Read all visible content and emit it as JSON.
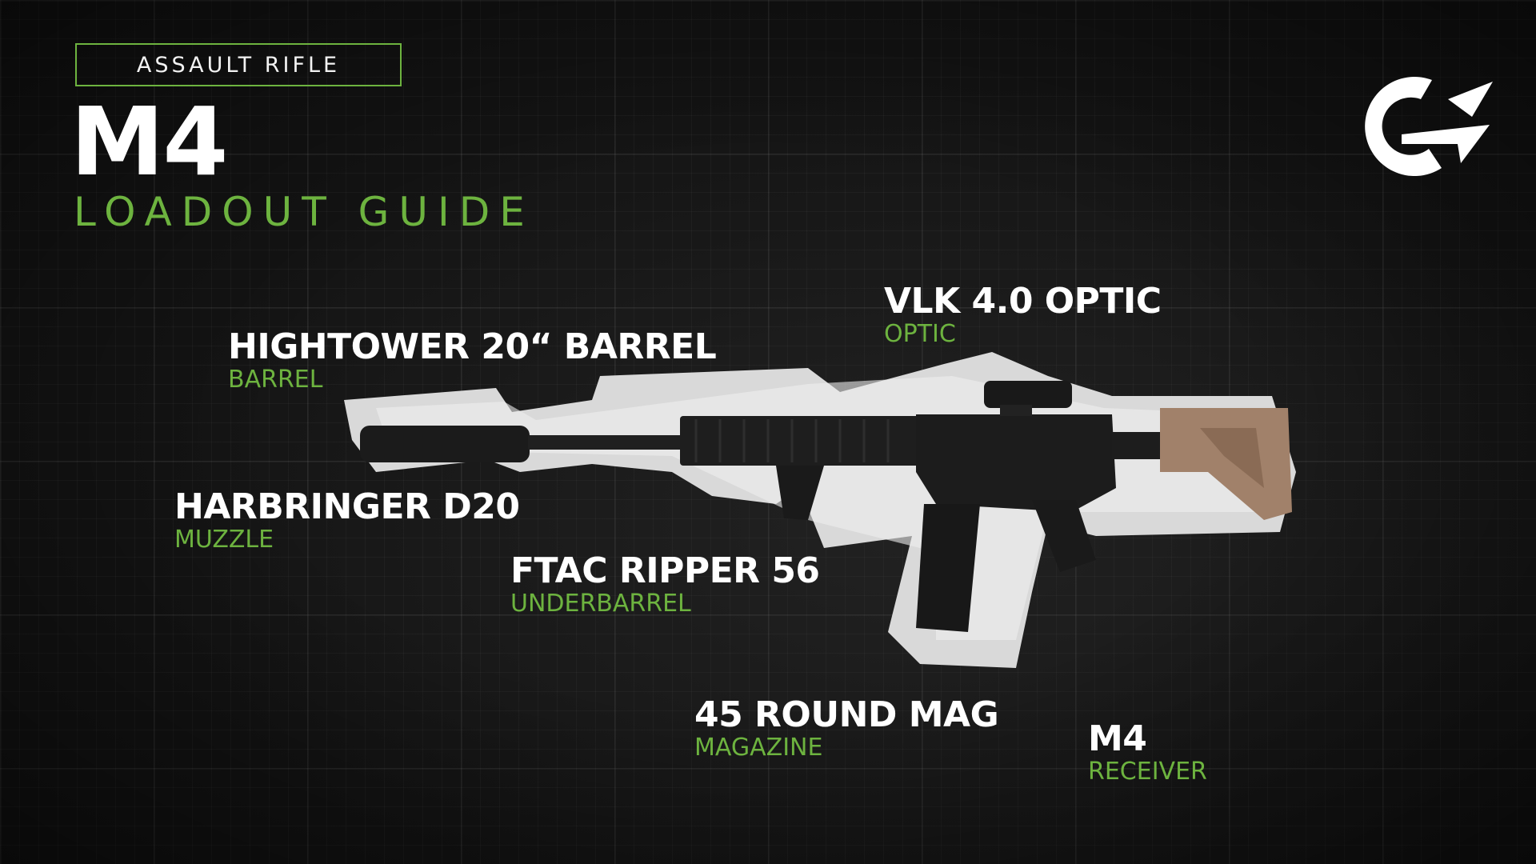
{
  "header": {
    "category": "ASSAULT RIFLE",
    "weapon": "M4",
    "subtitle": "LOADOUT GUIDE"
  },
  "colors": {
    "accent": "#6db33f",
    "background": "#141414",
    "text": "#ffffff"
  },
  "icons": {
    "logo": "ec-logo",
    "weapon_image": "m4-rifle-image"
  },
  "attachments": [
    {
      "name": "VLK 4.0 OPTIC",
      "slot": "OPTIC"
    },
    {
      "name": "HIGHTOWER 20“ BARREL",
      "slot": "BARREL"
    },
    {
      "name": "HARBRINGER D20",
      "slot": "MUZZLE"
    },
    {
      "name": "FTAC RIPPER 56",
      "slot": "UNDERBARREL"
    },
    {
      "name": "45 ROUND MAG",
      "slot": "MAGAZINE"
    },
    {
      "name": "M4",
      "slot": "RECEIVER"
    }
  ]
}
